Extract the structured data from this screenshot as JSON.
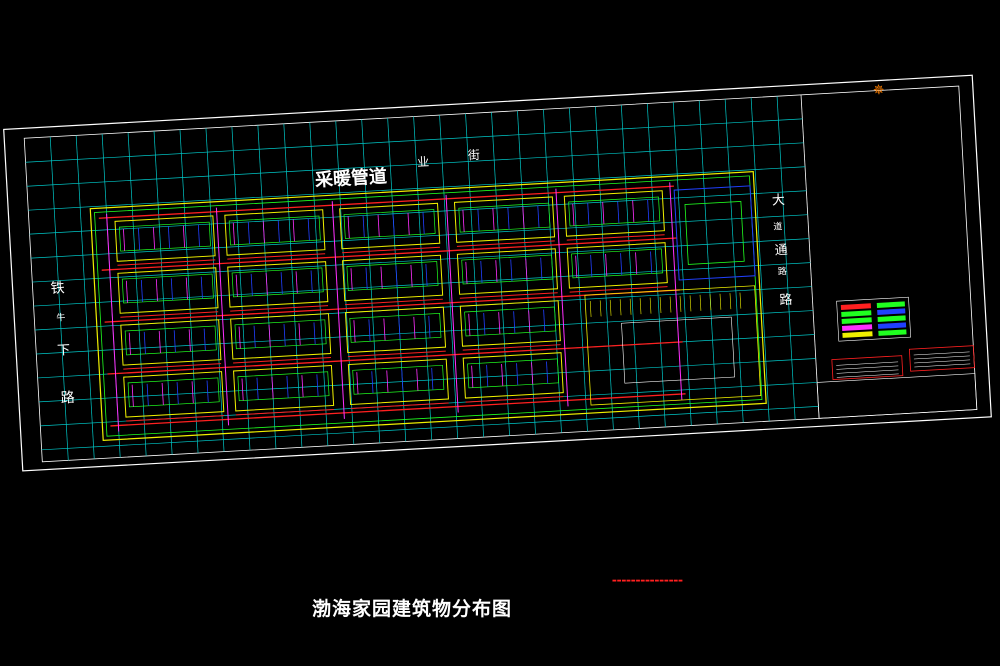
{
  "drawing": {
    "title": "渤海家园建筑物分布图",
    "pipe_label": "采暖管道",
    "road_top_chars": [
      "业",
      "街"
    ],
    "road_right_chars": [
      "大",
      "道",
      "通",
      "路",
      "路"
    ],
    "road_left_chars": [
      "铁",
      "牛",
      "下",
      "路"
    ],
    "compass_symbol": "✵"
  },
  "colors": {
    "background": "#000000",
    "grid": "#00c8c8",
    "frame": "#ffffff",
    "title": "#ffffff",
    "pipe_red": "#ff2020",
    "building_yellow": "#f0f000",
    "building_green": "#20ff20",
    "pipe_blue": "#2040ff",
    "pipe_magenta": "#ff30ff",
    "compass": "#ff8000"
  }
}
